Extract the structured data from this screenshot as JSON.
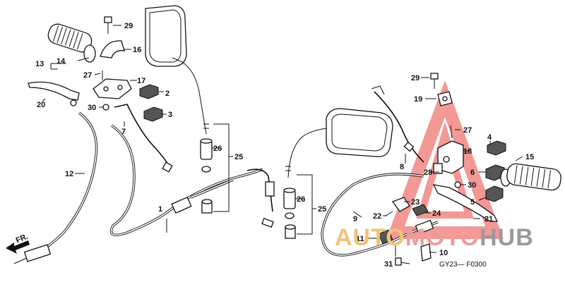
{
  "diagram": {
    "code": "GY23— F0300",
    "direction_label": "FR.",
    "callouts": {
      "c1": "1",
      "c2": "2",
      "c3": "3",
      "c4": "4",
      "c5": "5",
      "c6": "6",
      "c7": "7",
      "c8": "8",
      "c9": "9",
      "c10": "10",
      "c11": "11",
      "c12": "12",
      "c13": "13",
      "c14": "14",
      "c15": "15",
      "c16": "16",
      "c17": "17",
      "c18": "18",
      "c19": "19",
      "c20": "20",
      "c21": "21",
      "c22": "22",
      "c23": "23",
      "c24": "24",
      "c25a": "25",
      "c25b": "25",
      "c26a": "26",
      "c26b": "26",
      "c27a": "27",
      "c27b": "27",
      "c28": "28",
      "c29a": "29",
      "c29b": "29",
      "c30a": "30",
      "c30b": "30",
      "c31": "31"
    }
  },
  "watermark": {
    "part1": "AUTO",
    "part2": "MOTO",
    "part3": "HUB",
    "accent_red": "#e8463f",
    "accent_orange": "#f0a64a"
  }
}
